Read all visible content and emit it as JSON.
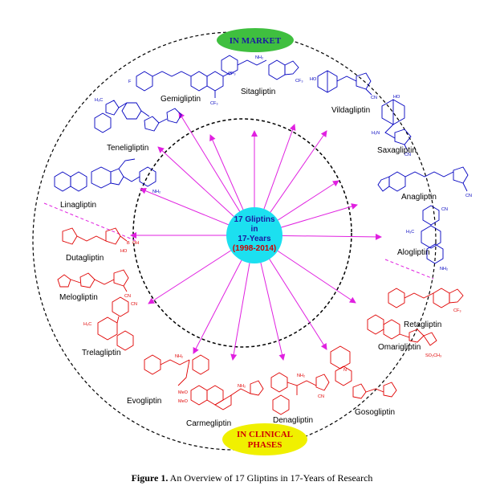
{
  "badges": {
    "market": "IN MARKET",
    "clinical_line1": "IN CLINICAL",
    "clinical_line2": "PHASES"
  },
  "center": {
    "line1": "17 Gliptins",
    "line2": "in",
    "line3": "17-Years",
    "line4": "(1998-2014)"
  },
  "drugs_market": [
    "Gemigliptin",
    "Sitagliptin",
    "Vildagliptin",
    "Saxagliptin",
    "Teneligliptin",
    "Anagliptin",
    "Linagliptin",
    "Alogliptin"
  ],
  "drugs_clinical": [
    "Dutagliptin",
    "Melogliptin",
    "Retagliptin",
    "Trelagliptin",
    "Omarigliptin",
    "Evogliptin",
    "Gosogliptin",
    "Carmegliptin",
    "Denagliptin"
  ],
  "chem": {
    "gem_f": "F",
    "gem_cf3": "CF₃",
    "sit_nh2": "NH₂",
    "sit_cf3": "CF₃",
    "vil_ho": "HO",
    "vil_cn": "CN",
    "sax_ho": "HO",
    "sax_h2n": "H₂N",
    "sax_cn": "CN",
    "ten_h3c": "H₃C",
    "ana_cn": "CN",
    "lin_nh2": "NH₂",
    "alo_h3c": "H₃C",
    "alo_cn": "CN",
    "alo_nh2": "NH₂",
    "dut_b": "B",
    "dut_oh": "OH",
    "dut_ho": "HO",
    "mel_cn": "CN",
    "ret_cf3": "CF₃",
    "tre_h3c": "H₃C",
    "tre_cn": "CN",
    "omar_so2ch3": "SO₂CH₃",
    "evo_nh2": "NH₂",
    "gos_n": "N",
    "car_meo": "MeO",
    "car_nh2": "NH₂",
    "den_cn": "CN",
    "den_nh2": "NH₂"
  },
  "caption": {
    "label": "Figure 1.",
    "text": " An Overview of 17 Gliptins in 17-Years of Research"
  },
  "colors": {
    "arrow": "#e020e0",
    "center_fill": "#1ce0f0",
    "center_text": "#1a1aa0",
    "center_year": "#d00000",
    "market_fill": "#3fbf3f",
    "clinical_fill": "#f0f000",
    "market_chem": "#0000c0",
    "clinical_chem": "#e00000"
  }
}
